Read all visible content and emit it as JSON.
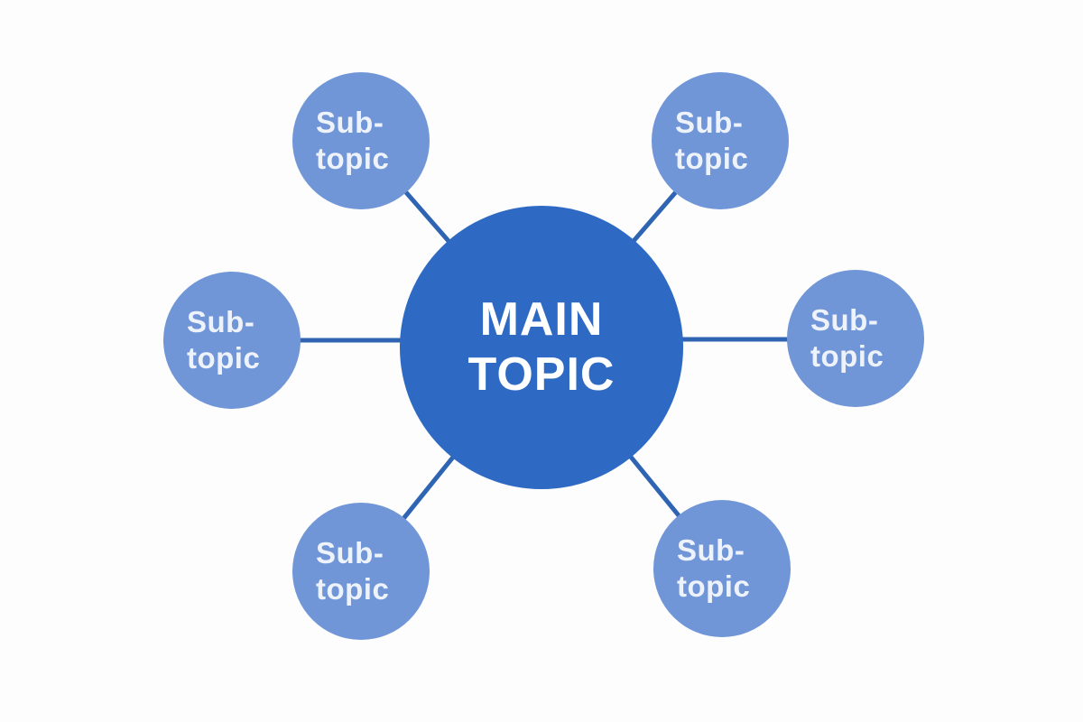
{
  "diagram": {
    "type": "mindmap",
    "main": {
      "line1": "MAIN",
      "line2": "TOPIC"
    },
    "subtopics": [
      {
        "position": "top-left",
        "line1": "Sub-",
        "line2": "topic"
      },
      {
        "position": "top-right",
        "line1": "Sub-",
        "line2": "topic"
      },
      {
        "position": "left",
        "line1": "Sub-",
        "line2": "topic"
      },
      {
        "position": "right",
        "line1": "Sub-",
        "line2": "topic"
      },
      {
        "position": "bottom-left",
        "line1": "Sub-",
        "line2": "topic"
      },
      {
        "position": "bottom-right",
        "line1": "Sub-",
        "line2": "topic"
      }
    ],
    "colors": {
      "background": "#fdfdfd",
      "main_fill": "#2e6ac4",
      "subtopic_fill": "#7096d8",
      "connector": "#2e64b2",
      "main_text": "#ffffff",
      "subtopic_text": "#edf2fb"
    }
  }
}
